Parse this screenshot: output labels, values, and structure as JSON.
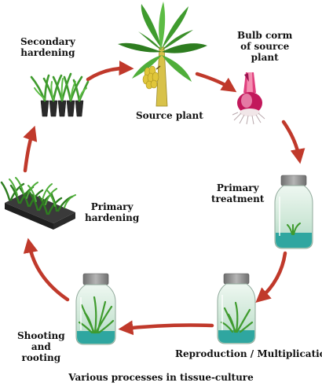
{
  "caption": "Various processes in tissue-culture",
  "colors": {
    "arrow": "#c0392b",
    "leaf": "#3f9b2e",
    "leaf_dark": "#2e7d20",
    "trunk": "#d8c24a",
    "jar_medium": "#2fa6a0",
    "jar_glass": "#d9eee6",
    "lid": "#8a8a8a",
    "tray": "#2a2a2a",
    "bulb": "#c2185b"
  },
  "stages": {
    "source_plant": {
      "label": "Source plant",
      "icon": "banana-plant-icon"
    },
    "bulb_corm": {
      "label_lines": [
        "Bulb corm",
        "of source",
        "plant"
      ],
      "icon": "bulb-corm-icon"
    },
    "primary_treatment": {
      "label_lines": [
        "Primary",
        "treatment"
      ],
      "icon": "culture-jar-icon"
    },
    "reproduction": {
      "label": "Reproduction / Multiplication",
      "icon": "culture-jar-icon"
    },
    "shooting_rooting": {
      "label_lines": [
        "Shooting",
        "and",
        "rooting"
      ],
      "icon": "culture-jar-icon"
    },
    "primary_hardening": {
      "label_lines": [
        "Primary",
        "hardening"
      ],
      "icon": "seedling-tray-icon"
    },
    "secondary_hardening": {
      "label_lines": [
        "Secondary",
        "hardening"
      ],
      "icon": "potted-plants-icon"
    }
  }
}
